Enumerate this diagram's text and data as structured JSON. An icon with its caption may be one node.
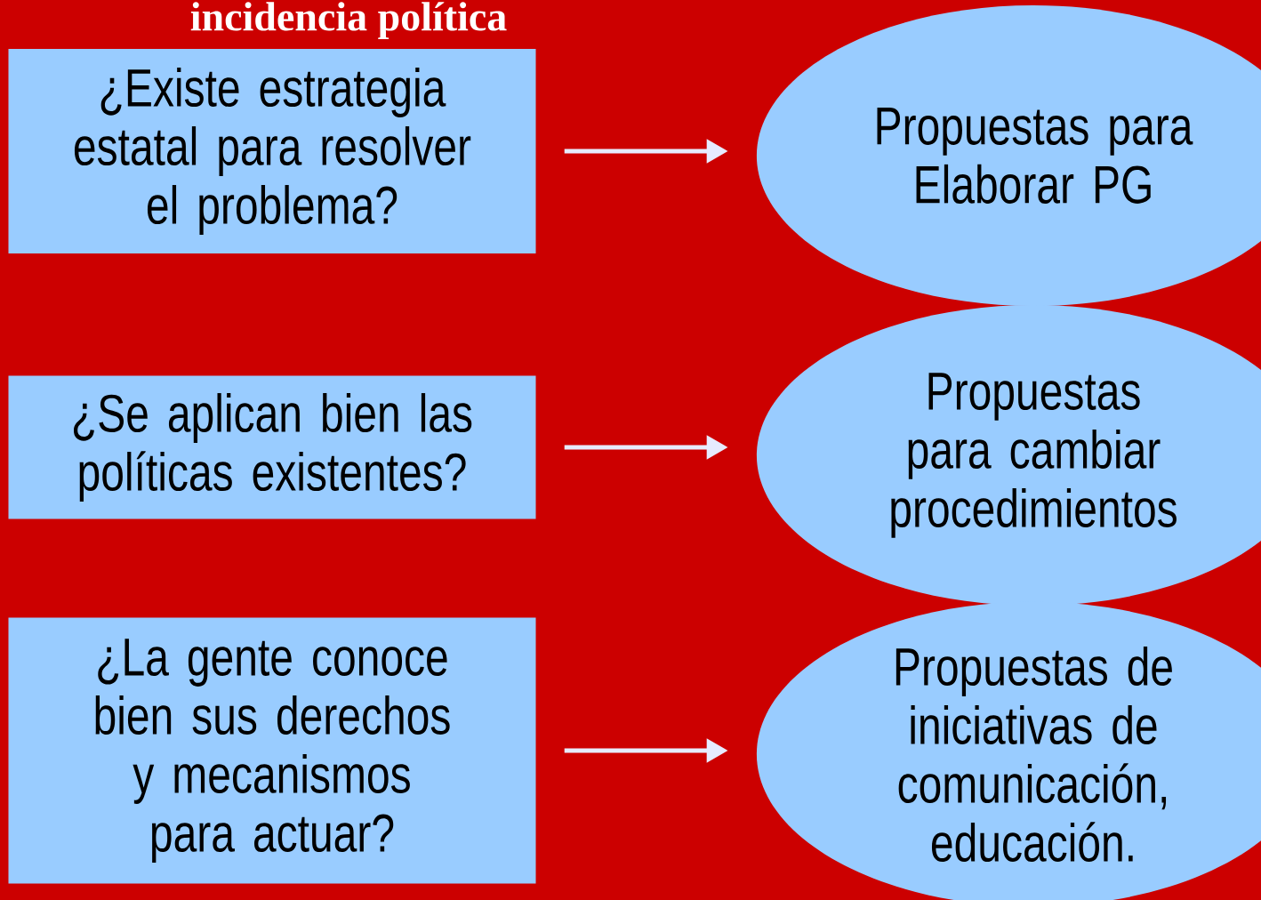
{
  "diagram": {
    "title": "incidencia  política",
    "nodes": [
      {
        "text": [
          "¿Existe estrategia estatal para resolver el problema?"
        ]
      },
      {
        "text": [
          "¿Se aplican bien las políticas existentes?"
        ]
      },
      {
        "text": [
          "¿La gente conoce bien sus derechos y mecanismos para actuar?"
        ]
      },
      {
        "text": [
          "Propuestas para Elaborar PG"
        ]
      },
      {
        "text": [
          "Propuestas para cambiar procedimientos"
        ]
      },
      {
        "text": [
          "Propuestas de iniciativas de comunicación, educación."
        ]
      }
    ],
    "edges": [
      {
        "from": 0,
        "to": 3,
        "arrow": "to"
      },
      {
        "from": 1,
        "to": 4,
        "arrow": "to"
      },
      {
        "from": 2,
        "to": 5,
        "arrow": "to"
      }
    ]
  }
}
